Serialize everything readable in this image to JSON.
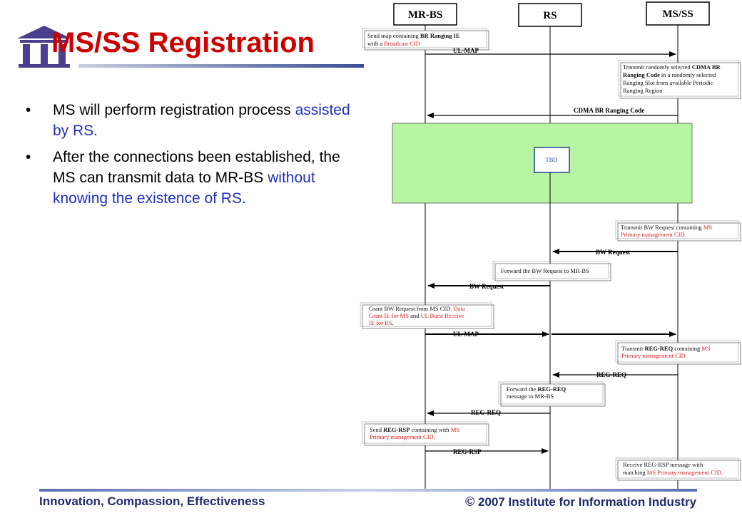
{
  "slide": {
    "title": "MS/SS Registration",
    "bullets": [
      {
        "text": "MS will perform registration process ",
        "highlight": "assisted by RS."
      },
      {
        "text": "After the connections been established, the MS can transmit data to MR-BS ",
        "highlight": "without knowing the existence of RS."
      }
    ]
  },
  "diagram": {
    "entities": [
      "MR-BS",
      "RS",
      "MS/SS"
    ],
    "notes": {
      "n1_a": "Send map containing ",
      "n1_b": "BR Ranging IE",
      "n1_c": "with a ",
      "n1_d": "Broadcast CID",
      "n2_a": "Transmit randomly selected ",
      "n2_b": "CDMA BR",
      "n2_c": "Ranging Code",
      "n2_d": " in a  randomly selected",
      "n2_e": "Ranging Slot from available Periodic",
      "n2_f": "Ranging Region",
      "tbd": "TBD",
      "n3_a": "Transmit BW Request containing ",
      "n3_b": "MS",
      "n3_c": "Primary management CID",
      "n4": "Forward the BW Request to MR-BS",
      "n5_a": "Grant BW Request from MS CID. ",
      "n5_b": "Data",
      "n5_c": "Grant IE for MS",
      "n5_d": " and ",
      "n5_e": "UL Burst Receive",
      "n5_f": "IE for RS",
      "n5_g": ".",
      "n6_a": "Transmit ",
      "n6_b": "REG-REQ",
      "n6_c": " containing ",
      "n6_d": "MS",
      "n6_e": "Primary management CID",
      "n7_a": "Forward the ",
      "n7_b": "REG-REQ",
      "n7_c": "message to MR-BS",
      "n8_a": "Send ",
      "n8_b": "REG-RSP",
      "n8_c": " containing with ",
      "n8_d": "MS",
      "n8_e": "Primary management CID",
      "n8_f": ".",
      "n9_a": "Receive REG-RSP message with",
      "n9_b": "matching ",
      "n9_c": "MS Primary management CID",
      "n9_d": "."
    },
    "messages": {
      "m1": "UL-MAP",
      "m2": "CDMA BR Ranging Code",
      "m3": "BW Request",
      "m4": "BW Request",
      "m5": "UL-MAP",
      "m6": "REG-REQ",
      "m7": "REG-REQ",
      "m8": "REG-RSP"
    }
  },
  "footer": {
    "left": "Innovation, Compassion, Effectiveness",
    "copyright_symbol": "©",
    "right": "2007 Institute for Information Industry"
  },
  "colors": {
    "title": "#cc0000",
    "highlight": "#1f2fbf",
    "footer_text": "#1f2a6e",
    "tbd_region": "#b7f5a2"
  }
}
